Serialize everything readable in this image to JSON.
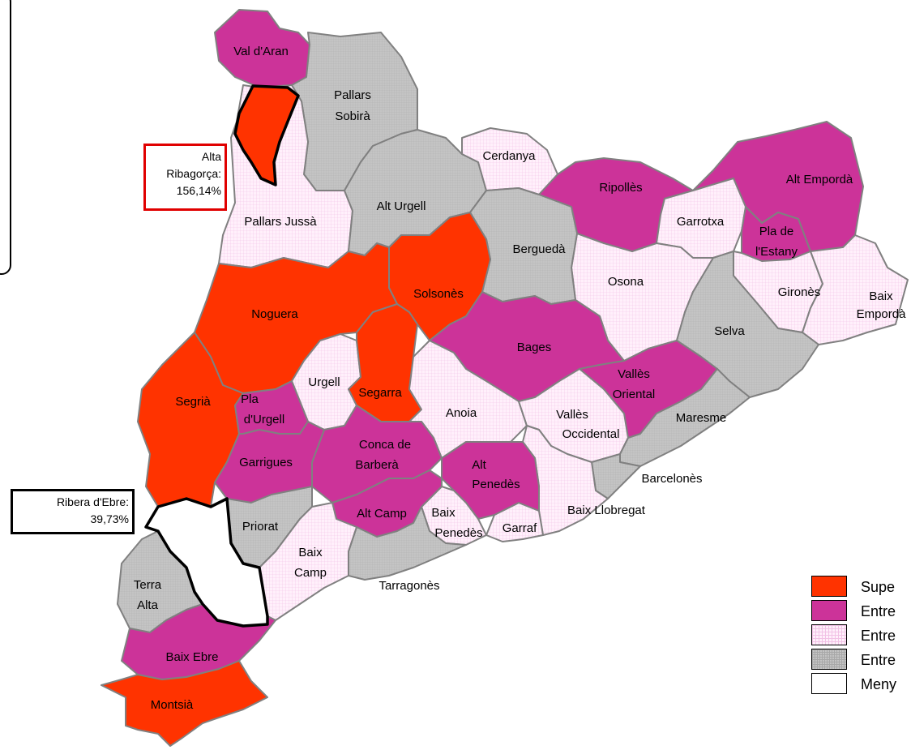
{
  "colors": {
    "superior": "#ff3300",
    "entre1": "#cc3399",
    "entre2": "#ffe6fa",
    "entre3": "#c0c0c0",
    "menys": "#ffffff"
  },
  "regions": {
    "val_daran": "Val d'Aran",
    "pallars_sobira": [
      "Pallars",
      "Sobirà"
    ],
    "cerdanya": "Cerdanya",
    "ripolles": "Ripollès",
    "alt_emporda": "Alt Empordà",
    "alt_urgell": "Alt Urgell",
    "pallars_jussa": "Pallars Jussà",
    "bergueda": "Berguedà",
    "garrotxa": "Garrotxa",
    "pla_estany": [
      "Pla de",
      "l'Estany"
    ],
    "osona": "Osona",
    "girones": "Gironès",
    "baix_emporda": [
      "Baix",
      "Empordà"
    ],
    "solsones": "Solsonès",
    "noguera": "Noguera",
    "selva": "Selva",
    "bages": "Bages",
    "urgell": "Urgell",
    "segarra": "Segarra",
    "valles_oriental": [
      "Vallès",
      "Oriental"
    ],
    "segria": "Segrià",
    "pla_urgell": [
      "Pla",
      "d'Urgell"
    ],
    "anoia": "Anoia",
    "valles_occidental": [
      "Vallès",
      "Occidental"
    ],
    "maresme": "Maresme",
    "conca_barbera": [
      "Conca de",
      "Barberà"
    ],
    "garrigues": "Garrigues",
    "alt_penedes": [
      "Alt",
      "Penedès"
    ],
    "barcelones": "Barcelonès",
    "alt_camp": "Alt Camp",
    "baix_penedes": [
      "Baix",
      "Penedès"
    ],
    "garraf": "Garraf",
    "baix_llobregat": "Baix Llobregat",
    "priorat": "Priorat",
    "baix_camp": [
      "Baix",
      "Camp"
    ],
    "tarragones": "Tarragonès",
    "terra_alta": [
      "Terra",
      "Alta"
    ],
    "baix_ebre": "Baix Ebre",
    "montsia": "Montsià"
  },
  "callouts": {
    "alta_ribagorca": [
      "Alta",
      "Ribagorça:",
      "156,14%"
    ],
    "ribera_ebre": [
      "Ribera d'Ebre:",
      "39,73%"
    ]
  },
  "legend": [
    {
      "label": "Supe",
      "color": "#ff3300"
    },
    {
      "label": "Entre",
      "color": "#cc3399"
    },
    {
      "label": "Entre",
      "color": "#ffe6fa"
    },
    {
      "label": "Entre",
      "color": "#c0c0c0"
    },
    {
      "label": "Meny",
      "color": "#ffffff"
    }
  ]
}
